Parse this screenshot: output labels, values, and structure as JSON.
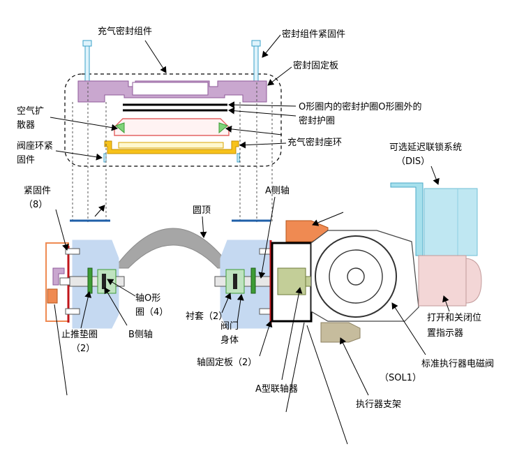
{
  "labels": {
    "inflatable_seal_assembly": "充气密封组件",
    "seal_assembly_fastener": "密封组件紧固件",
    "seal_retainer_plate": "密封固定板",
    "o_ring_guard_line1": "O形圈内的密封护圈O形圈外的",
    "o_ring_guard_line2": "密封护圈",
    "air_diffuser_line1": "空气扩",
    "air_diffuser_line2": "散器",
    "seat_ring_fastener_line1": "阀座环紧",
    "seat_ring_fastener_line2": "固件",
    "inflatable_seat_ring": "充气密封座环",
    "optional_dis_line1": "可选延迟联锁系统",
    "optional_dis_line2": "（DIS）",
    "fastener_line1": "紧固件",
    "fastener_line2": "（8）",
    "a_side_shaft": "A侧轴",
    "dome": "圆顶",
    "shaft_oring_line1": "轴O形",
    "shaft_oring_line2": "圈（4）",
    "bushing": "衬套（2）",
    "valve_body_line1": "阀门",
    "valve_body_line2": "身体",
    "thrust_washer_line1": "止推垫圈",
    "thrust_washer_line2": "（2）",
    "b_side_shaft": "B侧轴",
    "shaft_retainer_plate": "轴固定板（2）",
    "a_coupling": "A型联轴器",
    "position_indicator_line1": "打开和关闭位",
    "position_indicator_line2": "置指示器",
    "solenoid": "标准执行器电磁阀",
    "sol1": "（SOL1）",
    "actuator_bracket": "执行器支架"
  },
  "colors": {
    "seal_plate": "#c9a7cf",
    "seal_plate_stroke": "#8e5a9a",
    "seal_ring": "#e36262",
    "seat_yellow": "#f7c21b",
    "valve_blue": "#c5d9f1",
    "dome_gray": "#a6a6a6",
    "orange": "#ef8a52",
    "olive": "#c3ce98",
    "khaki": "#c6bc9d",
    "pink": "#f3d6d6",
    "cyan": "#a6e0ec",
    "green": "#3d9b35",
    "dark_blue": "#1f5fa8",
    "red_line": "#c0161b"
  }
}
